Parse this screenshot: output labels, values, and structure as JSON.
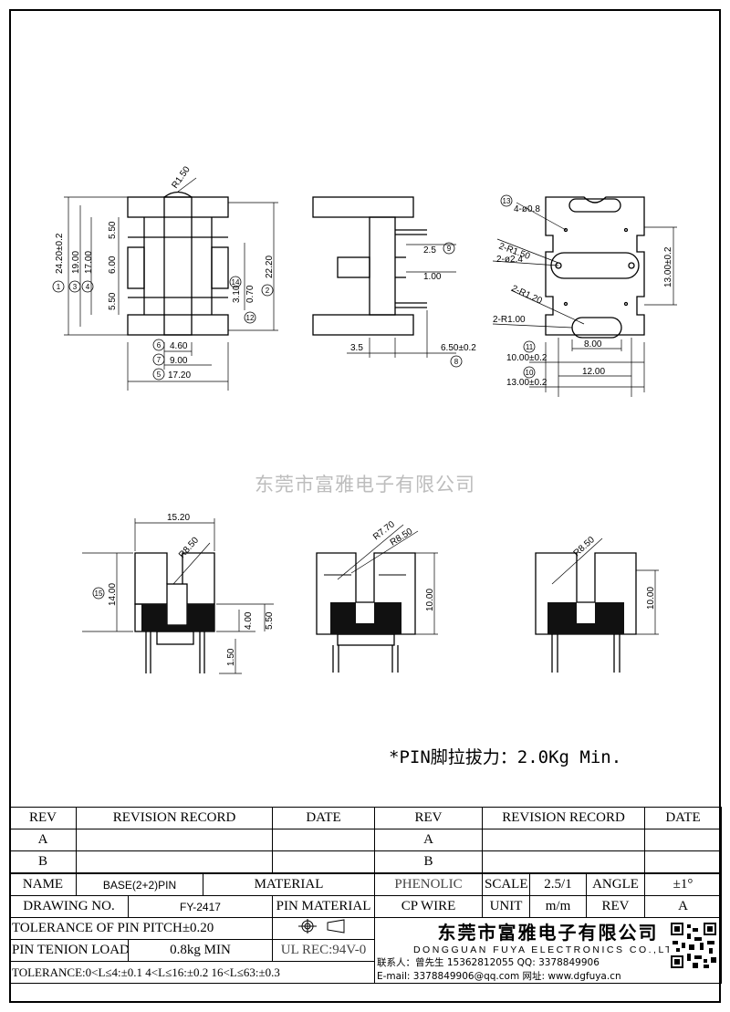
{
  "watermark": "东莞市富雅电子有限公司",
  "pin_note": "*PIN脚拉拔力：2.0Kg Min.",
  "dims": {
    "top_left": {
      "r150": "R1.50",
      "h24": "24.20±0.2",
      "h19": "19.00",
      "h17": "17.00",
      "v550a": "5.50",
      "v600": "6.00",
      "v550b": "5.50",
      "v2220": "22.20",
      "v310": "3.10",
      "v070": "0.70",
      "w460": "4.60",
      "w900": "9.00",
      "w1720": "17.20"
    },
    "top_mid": {
      "d25": "2.5",
      "d100": "1.00",
      "d35": "3.5",
      "d650": "6.50±0.2"
    },
    "top_right": {
      "holes": "4-ø0.8",
      "r150": "2-R1.50",
      "d24": "2-ø2.4",
      "r120": "2-R1.20",
      "r100": "2-R1.00",
      "v1300": "13.00±0.2",
      "w800": "8.00",
      "w1000": "10.00±0.2",
      "w1200": "12.00",
      "w1300": "13.00±0.2"
    },
    "bottom": {
      "w1520": "15.20",
      "r850a": "R8.50",
      "h1400": "14.00",
      "h400": "4.00",
      "h550": "5.50",
      "h150": "1.50",
      "r770": "R7.70",
      "r850b": "R8.50",
      "h1000a": "10.00",
      "r850c": "R8.50",
      "h1000b": "10.00"
    },
    "circles": [
      "1",
      "2",
      "3",
      "4",
      "5",
      "6",
      "7",
      "8",
      "9",
      "10",
      "11",
      "12",
      "13",
      "14",
      "15"
    ]
  },
  "revision": {
    "headers": [
      "REV",
      "REVISION RECORD",
      "DATE",
      "REV",
      "REVISION RECORD",
      "DATE"
    ],
    "rows": [
      [
        "A",
        "",
        "",
        "A",
        "",
        ""
      ],
      [
        "B",
        "",
        "",
        "B",
        "",
        ""
      ]
    ]
  },
  "info": {
    "name_label": "NAME",
    "name_value": "BASE(2+2)PIN",
    "material_label": "MATERIAL",
    "material_value": "PHENOLIC",
    "scale_label": "SCALE",
    "scale_value": "2.5/1",
    "angle_label": "ANGLE",
    "angle_value": "±1°",
    "drawing_label": "DRAWING NO.",
    "drawing_value": "FY-2417",
    "pin_material_label": "PIN MATERIAL",
    "pin_material_value": "CP WIRE",
    "unit_label": "UNIT",
    "unit_value": "m/m",
    "rev_label": "REV",
    "rev_value": "A",
    "tol_pitch": "TOLERANCE OF PIN PITCH±0.20",
    "pin_load_label": "PIN TENION LOAD",
    "pin_load_value": "0.8kg MIN",
    "ul": "UL REC:94V-0",
    "tolerance": "TOLERANCE:0<L≤4:±0.1  4<L≤16:±0.2  16<L≤63:±0.3"
  },
  "company": {
    "name": "东莞市富雅电子有限公司",
    "english": "DONGGUAN FUYA ELECTRONICS CO.,LTD",
    "contact": "联系人：曾先生 15362812055   QQ: 3378849906",
    "email": "E-mail: 3378849906@qq.com   网址: www.dgfuya.cn"
  }
}
